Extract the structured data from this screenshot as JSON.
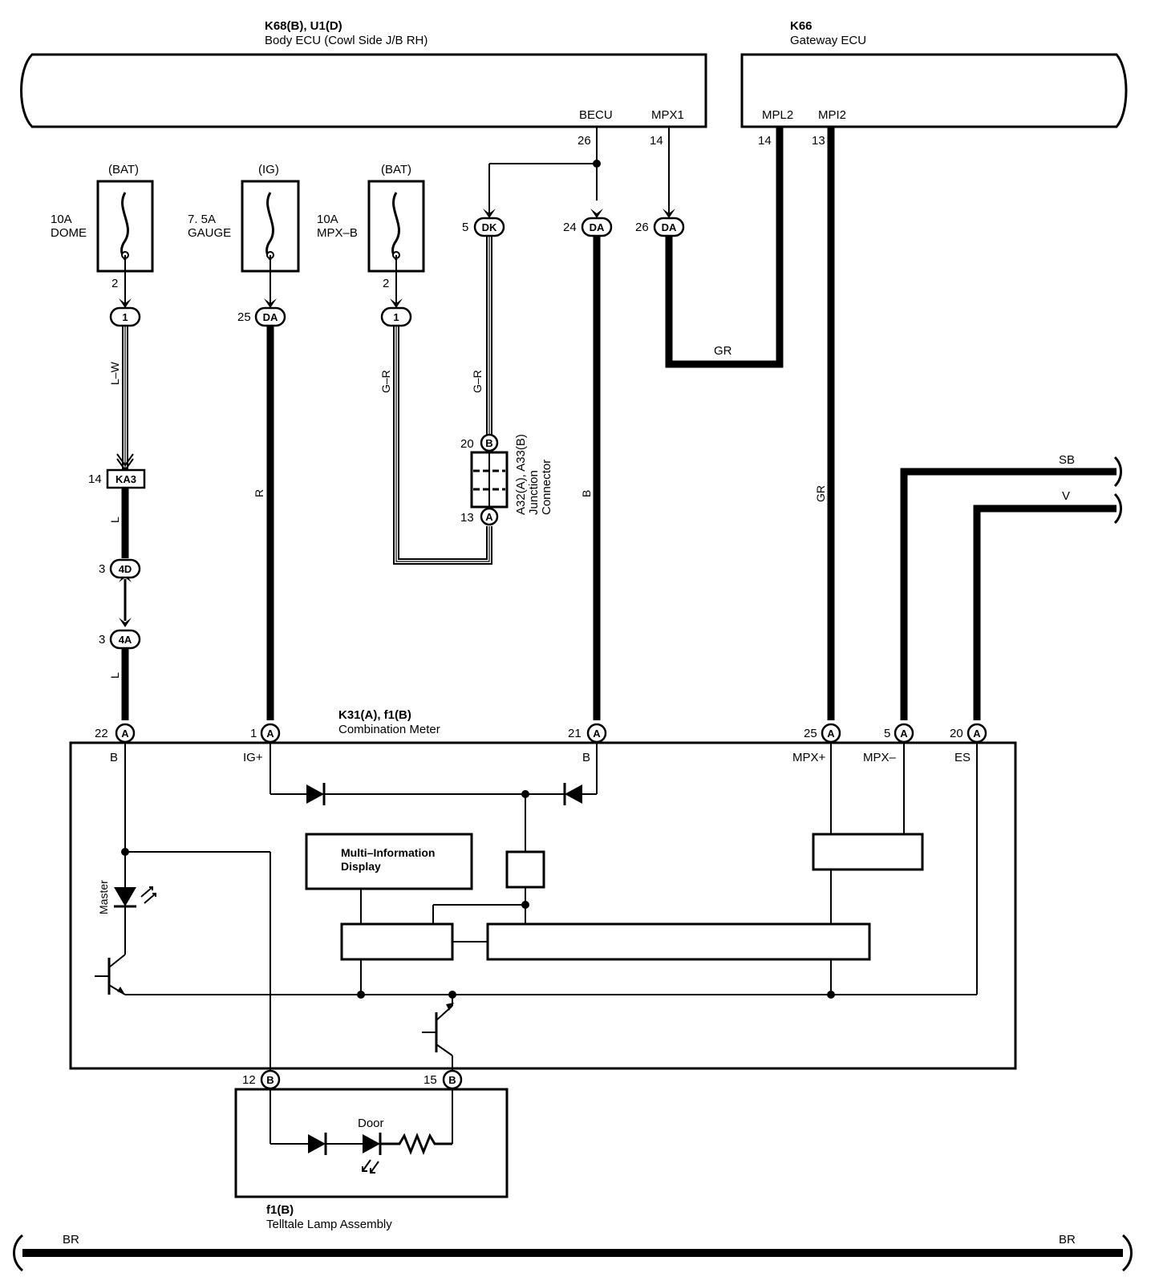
{
  "components": {
    "body_ecu": {
      "code": "K68(B), U1(D)",
      "name": "Body ECU (Cowl Side J/B RH)",
      "pin_becu": "BECU",
      "pin_mpx1": "MPX1",
      "num_becu": "26",
      "num_mpx1": "14"
    },
    "gateway_ecu": {
      "code": "K66",
      "name": "Gateway ECU",
      "pin_mpl2": "MPL2",
      "pin_mpi2": "MPI2",
      "num_mpl2": "14",
      "num_mpi2": "13"
    },
    "combination_meter": {
      "code": "K31(A), f1(B)",
      "name": "Combination Meter",
      "pins": [
        {
          "num": "22",
          "conn": "A",
          "label": "B"
        },
        {
          "num": "1",
          "conn": "A",
          "label": "IG+"
        },
        {
          "num": "21",
          "conn": "A",
          "label": "B"
        },
        {
          "num": "25",
          "conn": "A",
          "label": "MPX+"
        },
        {
          "num": "5",
          "conn": "A",
          "label": "MPX–"
        },
        {
          "num": "20",
          "conn": "A",
          "label": "ES"
        }
      ],
      "multi_info": [
        "Multi–Information",
        "Display"
      ],
      "master_label": "Master"
    },
    "telltale": {
      "code": "f1(B)",
      "name": "Telltale Lamp Assembly",
      "door_label": "Door",
      "pin_left_num": "12",
      "pin_left_conn": "B",
      "pin_right_num": "15",
      "pin_right_conn": "B"
    },
    "junction": {
      "code": "A32(A), A33(B)",
      "name": "Junction",
      "name2": "Connector",
      "top_num": "20",
      "top_conn": "B",
      "bottom_num": "13",
      "bottom_conn": "A"
    }
  },
  "fuses": [
    {
      "source": "(BAT)",
      "rating": "10A",
      "name": "DOME",
      "pin": "2"
    },
    {
      "source": "(IG)",
      "rating": "7. 5A",
      "name": "GAUGE",
      "pin": ""
    },
    {
      "source": "(BAT)",
      "rating": "10A",
      "name": "MPX–B",
      "pin": "2"
    }
  ],
  "connectors": {
    "dome_out": {
      "num": "",
      "code": "1"
    },
    "gauge_out": {
      "num": "25",
      "code": "DA"
    },
    "mpxb_out": {
      "num": "",
      "code": "1"
    },
    "dk": {
      "num": "5",
      "code": "DK"
    },
    "da24": {
      "num": "24",
      "code": "DA"
    },
    "da26": {
      "num": "26",
      "code": "DA"
    },
    "ka3": {
      "num": "14",
      "code": "KA3"
    },
    "c4d": {
      "num": "3",
      "code": "4D"
    },
    "c4a": {
      "num": "3",
      "code": "4A"
    }
  },
  "wire_colors": {
    "dome": "L–W",
    "dome_l1": "L",
    "dome_l2": "L",
    "gauge": "R",
    "mpxb": "G–R",
    "dk": "G–R",
    "becu": "B",
    "mpx1": "GR",
    "mpi2": "GR",
    "sb": "SB",
    "v": "V",
    "ground_left": "BR",
    "ground_right": "BR"
  }
}
